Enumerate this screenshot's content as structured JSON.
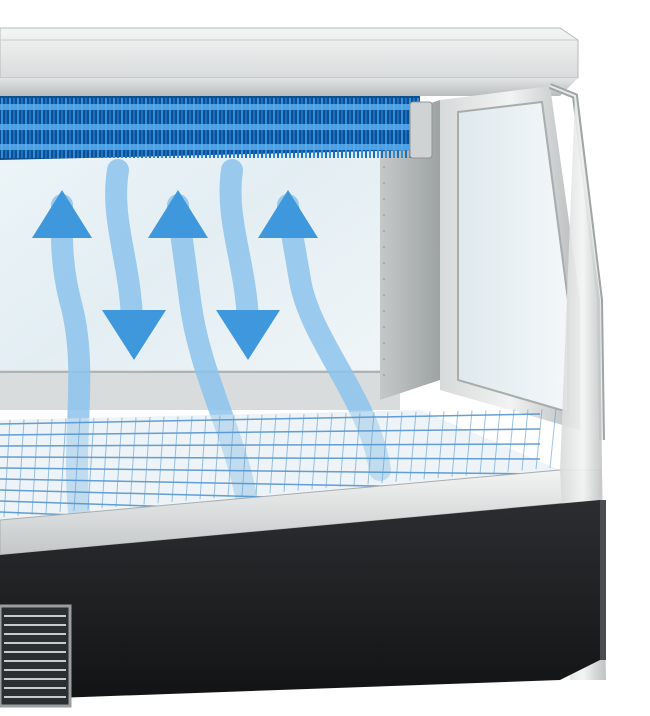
{
  "scene": {
    "subject": "refrigerated-display-case",
    "view": "cutaway-front-right",
    "airflow": {
      "up_arrows": 3,
      "down_arrows": 2
    },
    "components": [
      "canopy",
      "evaporator-coil",
      "glass-front",
      "side-glass",
      "wire-shelf",
      "base-cabinet",
      "louvered-vent"
    ]
  },
  "colors": {
    "background": "#ffffff",
    "steel_light": "#eceeee",
    "steel_mid": "#c9cccc",
    "steel_dark": "#8f9494",
    "glass": "#e9f3f7",
    "coil_blue": "#1e7fd6",
    "coil_blue_light": "#5fb2f0",
    "arrow_blue": "#3f97dc",
    "arrow_blue_soft": "#8cc3ec",
    "cabinet_black": "#1d1f20",
    "shelf_wire": "#4a8fcd"
  }
}
